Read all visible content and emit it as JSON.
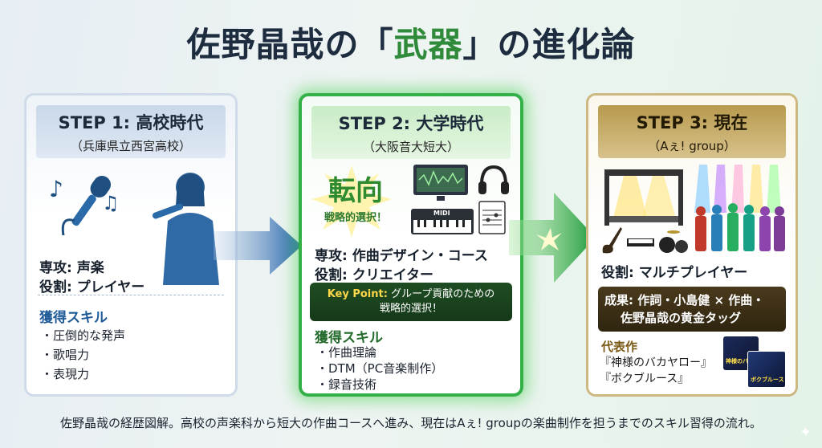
{
  "title": {
    "pre": "佐野晶哉の「",
    "accent": "武器",
    "post": "」の進化論"
  },
  "steps": [
    {
      "label": "STEP 1: 高校時代",
      "sub": "（兵庫県立西宮高校）",
      "major": "専攻: 声楽",
      "role": "役割: プレイヤー",
      "skills_title": "獲得スキル",
      "skills": [
        "圧倒的な発声",
        "歌唱力",
        "表現力"
      ]
    },
    {
      "label": "STEP 2: 大学時代",
      "sub": "（大阪音大短大）",
      "turn": "転向",
      "turn_sub": "戦略的選択！",
      "keyboard_label": "MIDI",
      "major": "専攻: 作曲デザイン・コース",
      "role": "役割: クリエイター",
      "keypoint_label": "Key Point:",
      "keypoint_text1": "グループ貢献のための",
      "keypoint_text2": "戦略的選択！",
      "skills_title": "獲得スキル",
      "skills": [
        "作曲理論",
        "DTM（PC音楽制作）",
        "録音技術"
      ]
    },
    {
      "label": "STEP 3: 現在",
      "sub": "（Aぇ! group）",
      "role": "役割: マルチプレイヤー",
      "result_line1": "成果: 作詞・小島健 × 作曲・",
      "result_line2": "佐野晶哉の黄金タッグ",
      "works_title": "代表作",
      "works": [
        "『神様のバカヤロー』",
        "『ボクブルース』"
      ],
      "cover1_text": "神様のバカ",
      "cover2_text": "ボクブルース"
    }
  ],
  "caption": "佐野晶哉の経歴図解。高校の声楽科から短大の作曲コースへ進み、現在はAぇ! groupの楽曲制作を担うまでのスキル習得の流れ。",
  "colors": {
    "step1": "#1f5a98",
    "step2": "#34b048",
    "step3": "#cdb882",
    "accent": "#2f8a3a"
  }
}
